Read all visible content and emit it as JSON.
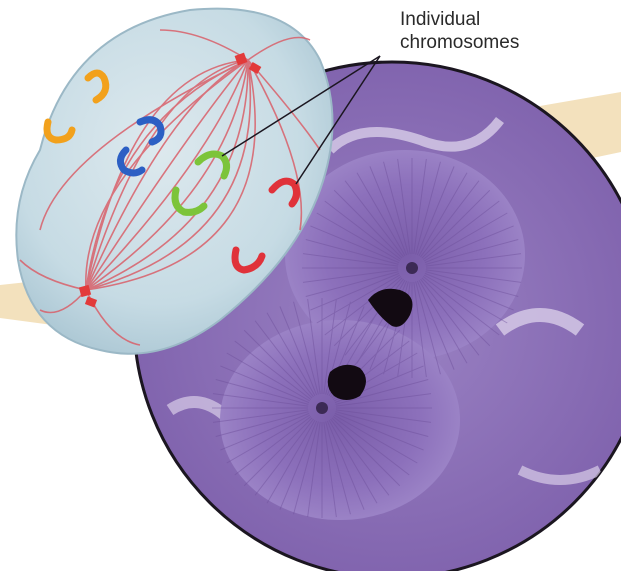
{
  "label": {
    "line1": "Individual",
    "line2": "chromosomes"
  },
  "colors": {
    "background": "#ffffff",
    "banner": "#f3e1bd",
    "cell_fill": "#c9dde6",
    "spindle_fibers": "#d9606a",
    "centrosome": "#e23a3a",
    "chromosome_red": "#e0323a",
    "chromosome_orange": "#f2a11c",
    "chromosome_blue": "#2c5fc4",
    "chromosome_green": "#7cc43a",
    "micrograph_purple": "#8a6cb6",
    "dna_dark": "#120a12"
  },
  "chromosomes": [
    {
      "color": "orange",
      "count": 2
    },
    {
      "color": "blue",
      "count": 2
    },
    {
      "color": "green",
      "count": 2
    },
    {
      "color": "red",
      "count": 2
    }
  ]
}
